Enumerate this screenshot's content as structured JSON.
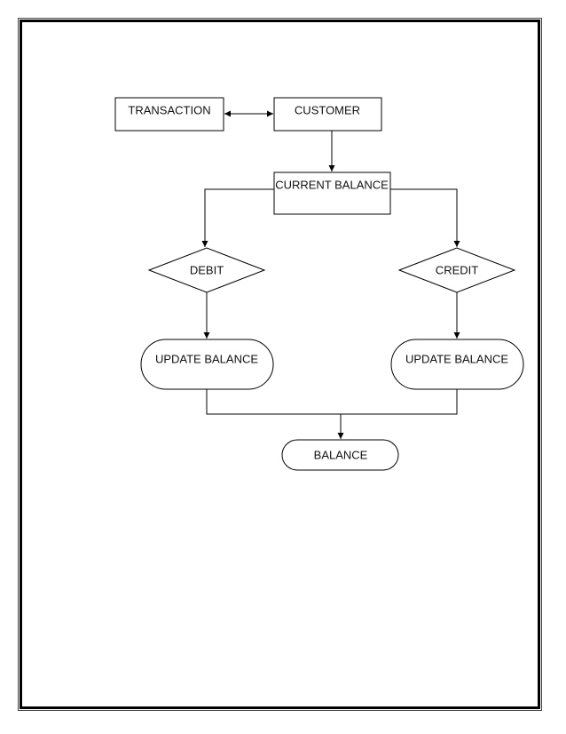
{
  "diagram": {
    "nodes": {
      "transaction": {
        "label": "TRANSACTION",
        "shape": "rectangle"
      },
      "customer": {
        "label": "CUSTOMER",
        "shape": "rectangle"
      },
      "current_balance": {
        "label": "CURRENT BALANCE",
        "shape": "rectangle"
      },
      "debit": {
        "label": "DEBIT",
        "shape": "diamond"
      },
      "credit": {
        "label": "CREDIT",
        "shape": "diamond"
      },
      "update_balance_left": {
        "label": "UPDATE BALANCE",
        "shape": "terminator"
      },
      "update_balance_right": {
        "label": "UPDATE BALANCE",
        "shape": "terminator"
      },
      "balance": {
        "label": "BALANCE",
        "shape": "terminator"
      }
    },
    "edges": [
      {
        "from": "transaction",
        "to": "customer",
        "bidirectional": true
      },
      {
        "from": "customer",
        "to": "current_balance"
      },
      {
        "from": "current_balance",
        "to": "debit"
      },
      {
        "from": "current_balance",
        "to": "credit"
      },
      {
        "from": "debit",
        "to": "update_balance_left"
      },
      {
        "from": "credit",
        "to": "update_balance_right"
      },
      {
        "from": "update_balance_left",
        "to": "balance"
      },
      {
        "from": "update_balance_right",
        "to": "balance"
      }
    ],
    "line_color": "#000000"
  }
}
